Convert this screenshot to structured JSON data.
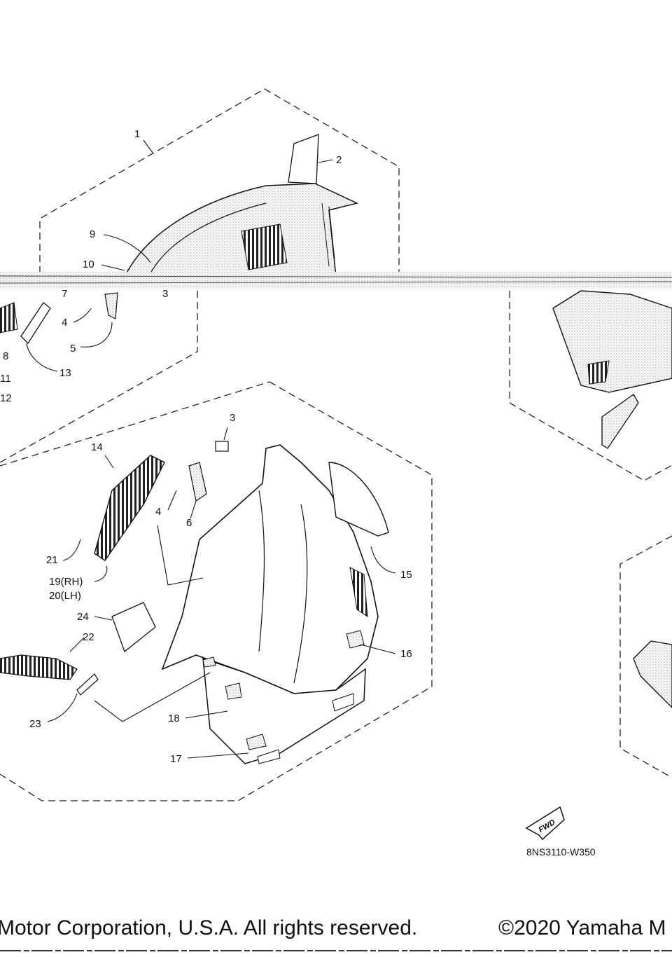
{
  "diagram": {
    "callouts": [
      "1",
      "2",
      "9",
      "10",
      "3",
      "4",
      "5",
      "7",
      "8",
      "11",
      "12",
      "13",
      "14",
      "3",
      "4",
      "6",
      "21",
      "19(RH)",
      "20(LH)",
      "24",
      "22",
      "23",
      "18",
      "17",
      "16",
      "15"
    ],
    "fwd_label": "FWD",
    "drawing_code": "8NS3110-W350"
  },
  "footer": {
    "left": "Motor Corporation, U.S.A. All rights reserved.",
    "right": "©2020 Yamaha M"
  }
}
